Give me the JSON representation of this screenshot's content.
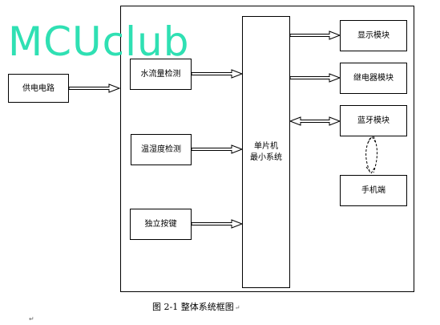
{
  "diagram": {
    "watermark": "MCUclub",
    "caption_prefix": "图 2-1",
    "caption_text": " 整体系统框图",
    "caption_return_mark": "↵",
    "trailing_return_mark": "↵",
    "nodes": {
      "power": "供电电路",
      "flow_detect": "水流量检测",
      "temp_humidity": "温湿度检测",
      "key": "独立按键",
      "mcu_line1": "单片机",
      "mcu_line2": "最小系统",
      "display": "显示模块",
      "relay": "继电器模块",
      "bluetooth": "蓝牙模块",
      "phone": "手机端"
    }
  }
}
